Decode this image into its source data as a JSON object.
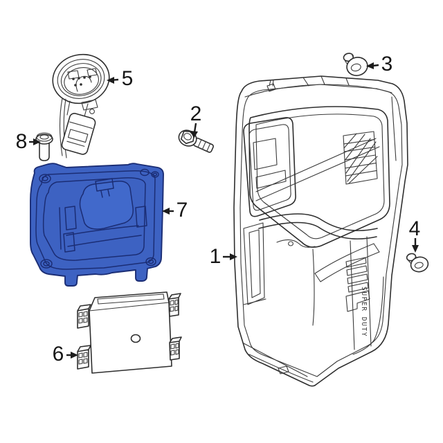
{
  "page": {
    "background": "#ffffff"
  },
  "diagram": {
    "kind": "exploded-parts-diagram",
    "subject": "tail-lamp-assembly-diagram",
    "line_color": "#2e2e2e",
    "highlight_fill": "#3d62c2",
    "highlight_stroke": "#1b2d74",
    "lamp_badge": "SUPER DUTY",
    "callouts": [
      {
        "label": "1",
        "part": "tail-lamp-assembly"
      },
      {
        "label": "2",
        "part": "hex-flange-bolt"
      },
      {
        "label": "3",
        "part": "push-pin-retainer"
      },
      {
        "label": "4",
        "part": "grommet-nut"
      },
      {
        "label": "5",
        "part": "bulb-socket-harness"
      },
      {
        "label": "6",
        "part": "lamp-control-module"
      },
      {
        "label": "7",
        "part": "mounting-bracket-highlighted"
      },
      {
        "label": "8",
        "part": "shoulder-screw"
      }
    ]
  }
}
